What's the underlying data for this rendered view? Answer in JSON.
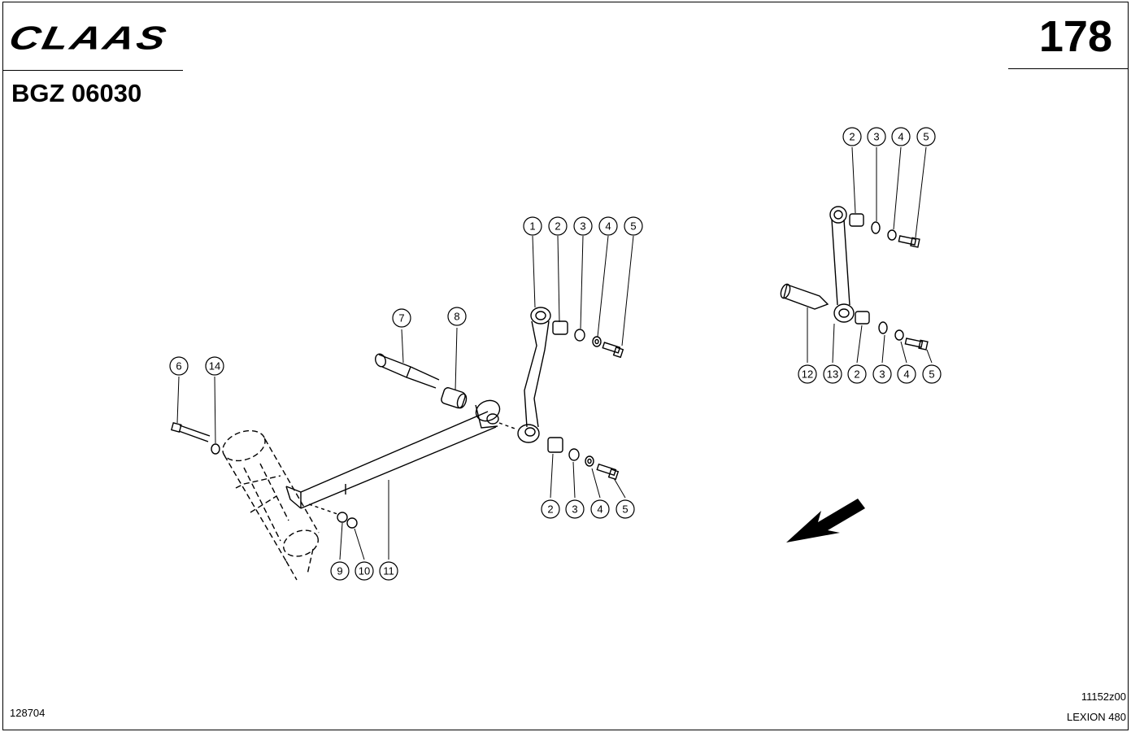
{
  "header": {
    "brand_logo": "CLAAS",
    "page_number": "178",
    "group_code": "BGZ 06030"
  },
  "footer": {
    "document_number": "128704",
    "drawing_number": "11152z00",
    "model_name": "LEXION 480"
  },
  "callouts": [
    {
      "label": "1"
    },
    {
      "label": "2"
    },
    {
      "label": "3"
    },
    {
      "label": "4"
    },
    {
      "label": "5"
    },
    {
      "label": "2"
    },
    {
      "label": "3"
    },
    {
      "label": "4"
    },
    {
      "label": "5"
    },
    {
      "label": "6"
    },
    {
      "label": "14"
    },
    {
      "label": "7"
    },
    {
      "label": "8"
    },
    {
      "label": "9"
    },
    {
      "label": "10"
    },
    {
      "label": "11"
    },
    {
      "label": "2"
    },
    {
      "label": "3"
    },
    {
      "label": "4"
    },
    {
      "label": "5"
    },
    {
      "label": "12"
    },
    {
      "label": "13"
    },
    {
      "label": "2"
    },
    {
      "label": "3"
    },
    {
      "label": "4"
    },
    {
      "label": "5"
    }
  ],
  "icons": {
    "direction_arrow": "direction-arrow-icon"
  },
  "colors": {
    "ink": "#000000",
    "paper": "#ffffff"
  }
}
